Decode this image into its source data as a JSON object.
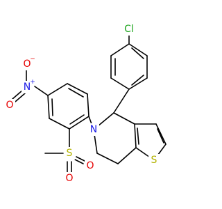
{
  "colors": {
    "bond": "#000000",
    "carbon_bond": "#000000",
    "chlorine": "#1fa51f",
    "nitrogen": "#1a1ae6",
    "oxygen": "#e60000",
    "sulfur": "#b3b300"
  },
  "atoms": {
    "cl": "Cl",
    "n_ring": "N",
    "n_nitro": "N",
    "n_nitro_charge": "+",
    "o_nitro_left": "O",
    "o_nitro_charge": "−",
    "s_sulfonyl": "S",
    "o_sulfonyl_right": "O",
    "o_sulfonyl_bottom": "O",
    "s_thiophene": "S"
  }
}
